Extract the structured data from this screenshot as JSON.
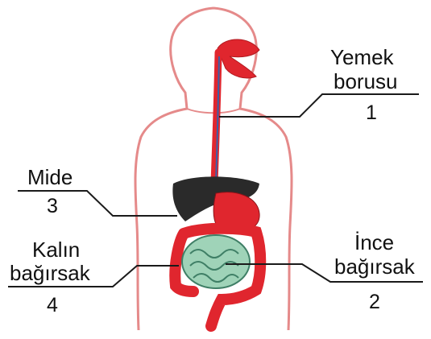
{
  "colors": {
    "outline": "#e58a8a",
    "organ_red": "#e0262e",
    "organ_dark": "#2a2a2a",
    "small_intestine": "#9fd3b8",
    "leader_line": "#1a1a1a"
  },
  "labels": {
    "esophagus": {
      "line1": "Yemek",
      "line2": "borusu",
      "number": "1",
      "icon": "esophagus-organ"
    },
    "small_intestine": {
      "line1": "İnce",
      "line2": "bağırsak",
      "number": "2",
      "icon": "small-intestine-organ"
    },
    "stomach": {
      "line1": "Mide",
      "number": "3",
      "icon": "stomach-organ"
    },
    "large_intestine": {
      "line1": "Kalın",
      "line2": "bağırsak",
      "number": "4",
      "icon": "large-intestine-organ"
    }
  }
}
